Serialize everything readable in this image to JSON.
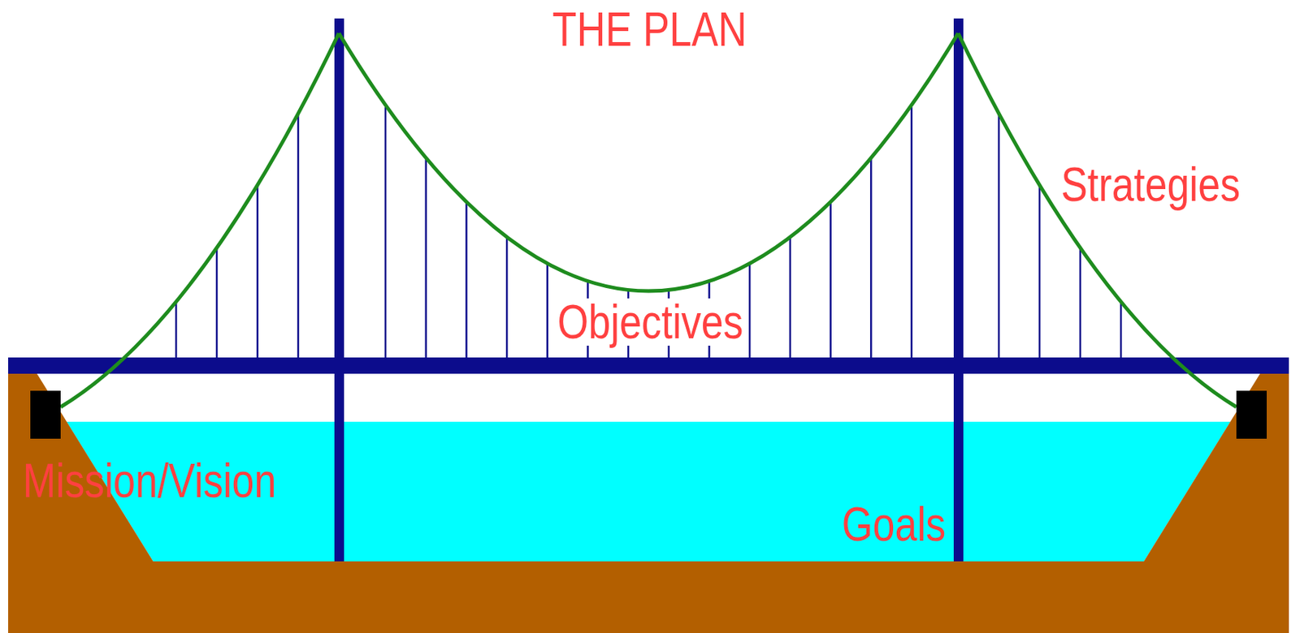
{
  "diagram": {
    "title": "THE PLAN",
    "labels": [
      "Strategies",
      "Objectives",
      "Mission/Vision",
      "Goals"
    ]
  }
}
